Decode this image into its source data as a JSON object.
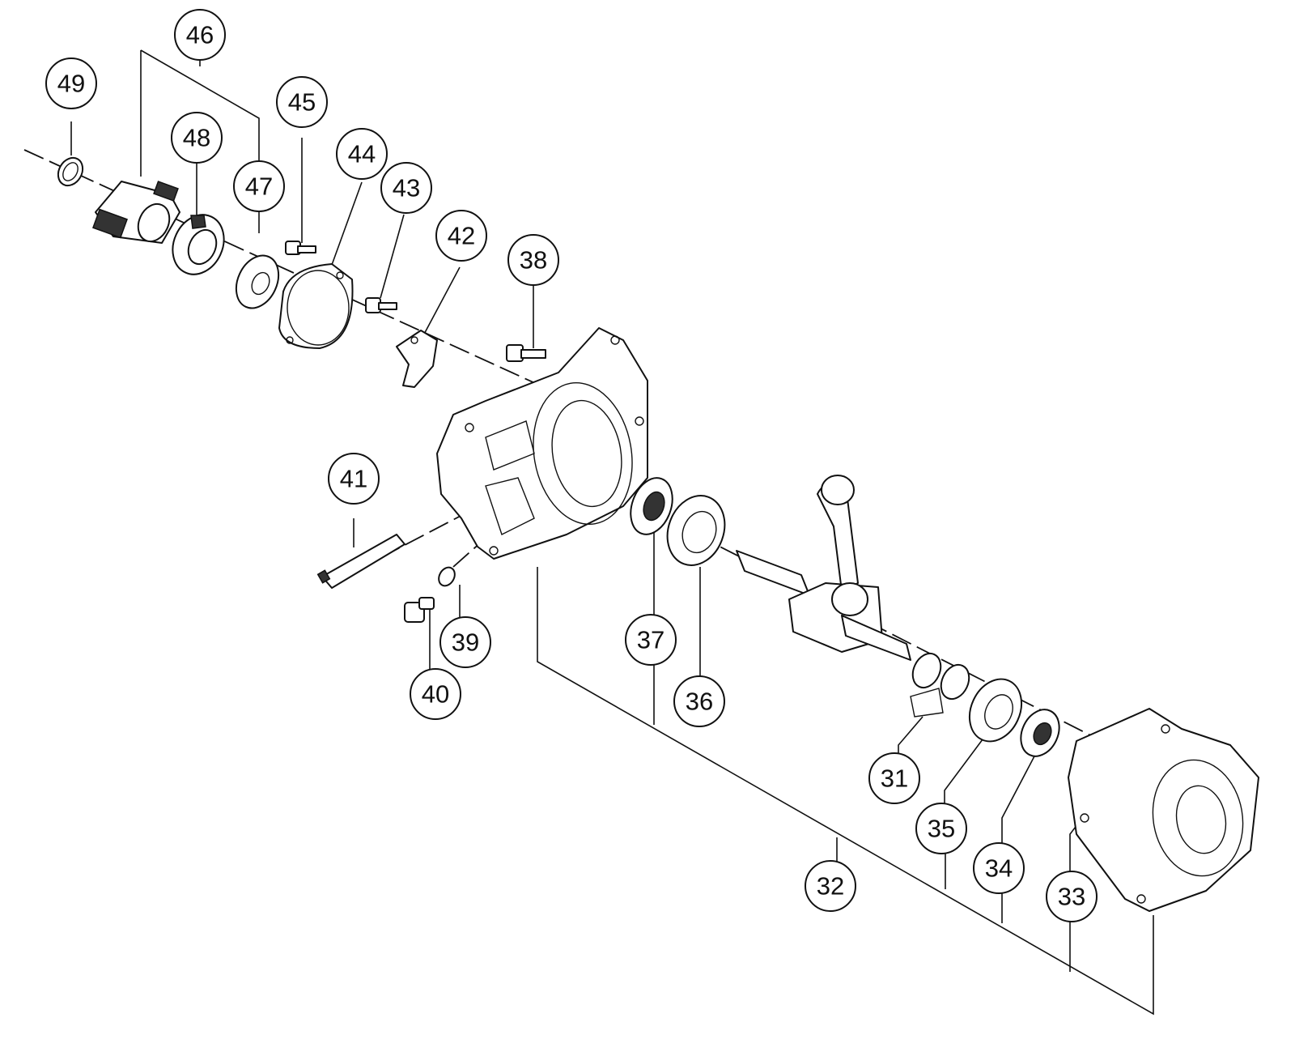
{
  "diagram": {
    "callouts": [
      {
        "label": "49"
      },
      {
        "label": "46"
      },
      {
        "label": "48"
      },
      {
        "label": "47"
      },
      {
        "label": "45"
      },
      {
        "label": "44"
      },
      {
        "label": "43"
      },
      {
        "label": "42"
      },
      {
        "label": "38"
      },
      {
        "label": "41"
      },
      {
        "label": "39"
      },
      {
        "label": "40"
      },
      {
        "label": "37"
      },
      {
        "label": "36"
      },
      {
        "label": "31"
      },
      {
        "label": "35"
      },
      {
        "label": "34"
      },
      {
        "label": "33"
      },
      {
        "label": "32"
      }
    ]
  }
}
